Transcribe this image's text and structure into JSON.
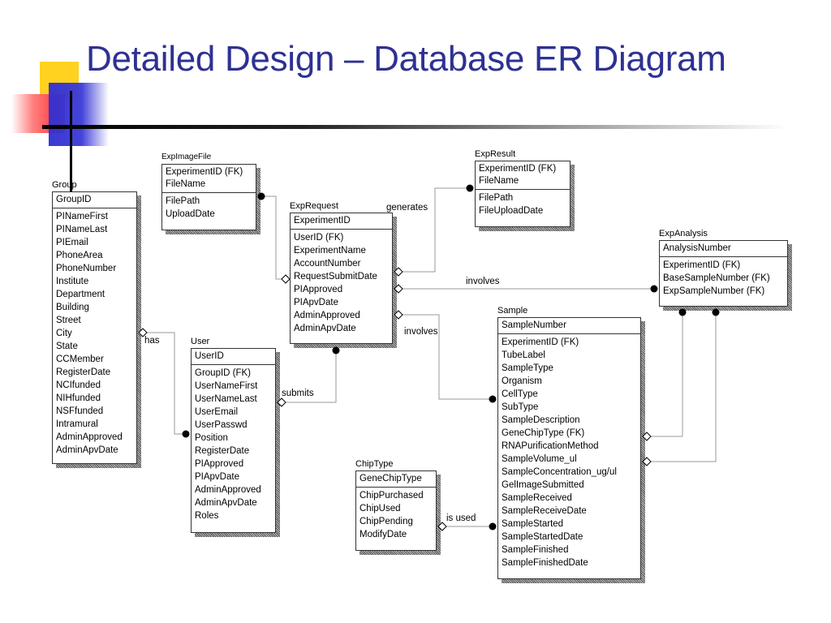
{
  "title": "Detailed Design – Database ER Diagram",
  "colors": {
    "title": "#2e3192",
    "accent_yellow": "#ffd700",
    "accent_red": "#ff4040",
    "accent_blue": "#3333cc"
  },
  "entities": {
    "group": {
      "name": "Group",
      "key": "GroupID",
      "attrs": [
        "PINameFirst",
        "PINameLast",
        "PIEmail",
        "PhoneArea",
        "PhoneNumber",
        "Institute",
        "Department",
        "Building",
        "Street",
        "City",
        "State",
        "CCMember",
        "RegisterDate",
        "NCIfunded",
        "NIHfunded",
        "NSFfunded",
        "Intramural",
        "AdminApproved",
        "AdminApvDate"
      ]
    },
    "exp_image_file": {
      "name": "ExpImageFile",
      "keys": [
        "ExperimentID (FK)",
        "FileName"
      ],
      "attrs": [
        "FilePath",
        "UploadDate"
      ]
    },
    "exp_request": {
      "name": "ExpRequest",
      "key": "ExperimentID",
      "attrs": [
        "UserID (FK)",
        "ExperimentName",
        "AccountNumber",
        "RequestSubmitDate",
        "PIApproved",
        "PIApvDate",
        "AdminApproved",
        "AdminApvDate"
      ]
    },
    "exp_result": {
      "name": "ExpResult",
      "keys": [
        "ExperimentID (FK)",
        "FileName"
      ],
      "attrs": [
        "FilePath",
        "FileUploadDate"
      ]
    },
    "exp_analysis": {
      "name": "ExpAnalysis",
      "key": "AnalysisNumber",
      "attrs": [
        "ExperimentID (FK)",
        "BaseSampleNumber (FK)",
        "ExpSampleNumber (FK)"
      ]
    },
    "user": {
      "name": "User",
      "key": "UserID",
      "attrs": [
        "GroupID (FK)",
        "UserNameFirst",
        "UserNameLast",
        "UserEmail",
        "UserPasswd",
        "Position",
        "RegisterDate",
        "PIApproved",
        "PIApvDate",
        "AdminApproved",
        "AdminApvDate",
        "Roles"
      ]
    },
    "sample": {
      "name": "Sample",
      "key": "SampleNumber",
      "attrs": [
        "ExperimentID (FK)",
        "TubeLabel",
        "SampleType",
        "Organism",
        "CellType",
        "SubType",
        "SampleDescription",
        "GeneChipType (FK)",
        "RNAPurificationMethod",
        "SampleVolume_ul",
        "SampleConcentration_ug/ul",
        "GelImageSubmitted",
        "SampleReceived",
        "SampleReceiveDate",
        "SampleStarted",
        "SampleStartedDate",
        "SampleFinished",
        "SampleFinishedDate"
      ]
    },
    "chip_type": {
      "name": "ChipType",
      "key": "GeneChipType",
      "attrs": [
        "ChipPurchased",
        "ChipUsed",
        "ChipPending",
        "ModifyDate"
      ]
    }
  },
  "relationships": {
    "has": "has",
    "submits": "submits",
    "generates": "generates",
    "involves_analysis": "involves",
    "involves_sample": "involves",
    "is_used": "is used"
  }
}
